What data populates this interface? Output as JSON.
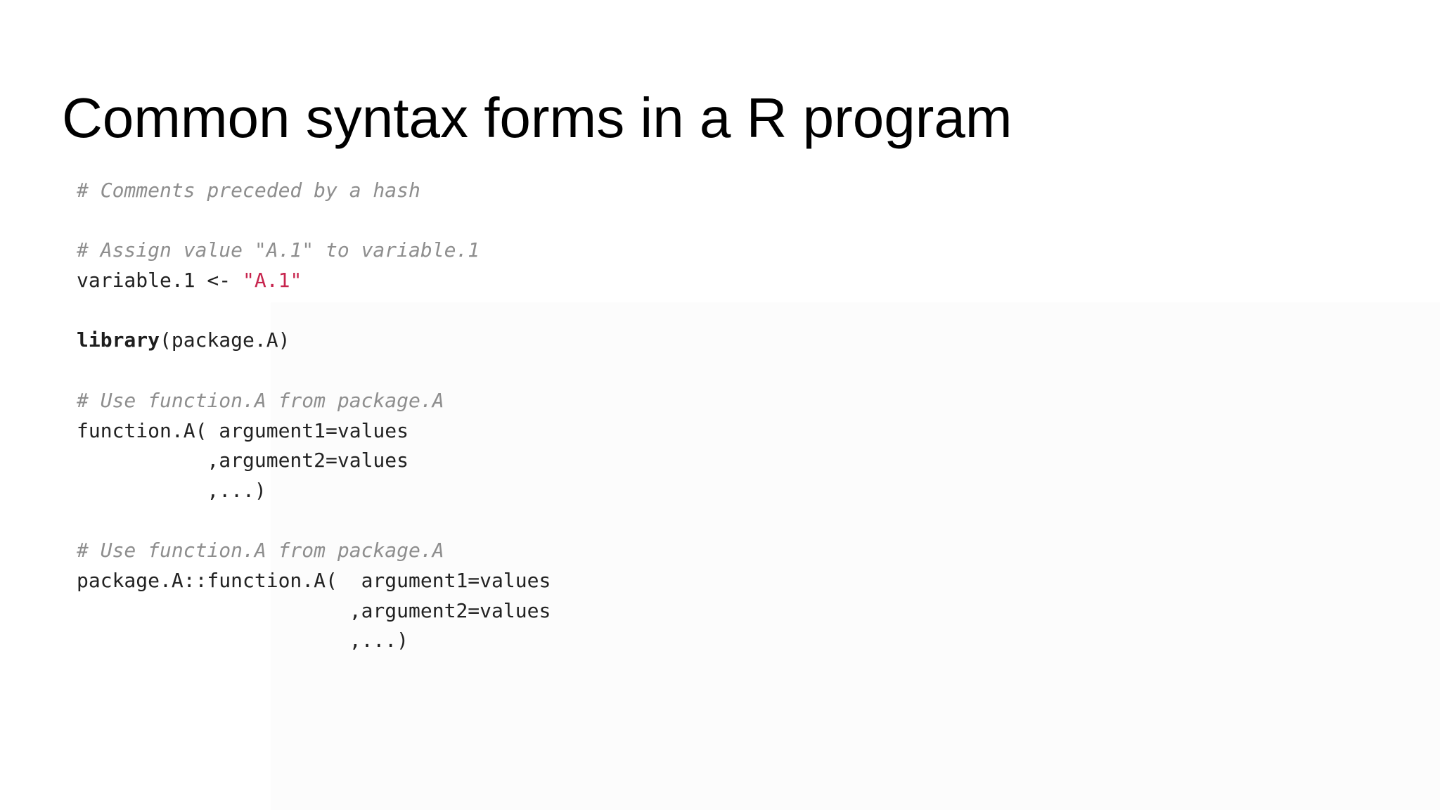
{
  "slide": {
    "title": "Common syntax forms in a R program"
  },
  "code": {
    "lines": [
      [
        {
          "type": "comment",
          "text": "# Comments preceded by a hash"
        }
      ],
      [],
      [
        {
          "type": "comment",
          "text": "# Assign value \"A.1\" to variable.1"
        }
      ],
      [
        {
          "type": "plain",
          "text": "variable.1 <- "
        },
        {
          "type": "string",
          "text": "\"A.1\""
        }
      ],
      [],
      [
        {
          "type": "keyword",
          "text": "library"
        },
        {
          "type": "plain",
          "text": "(package.A)"
        }
      ],
      [],
      [
        {
          "type": "comment",
          "text": "# Use function.A from package.A"
        }
      ],
      [
        {
          "type": "plain",
          "text": "function.A( argument1=values"
        }
      ],
      [
        {
          "type": "plain",
          "text": "           ,argument2=values"
        }
      ],
      [
        {
          "type": "plain",
          "text": "           ,...)"
        }
      ],
      [],
      [
        {
          "type": "comment",
          "text": "# Use function.A from package.A"
        }
      ],
      [
        {
          "type": "plain",
          "text": "package.A::function.A(  argument1=values"
        }
      ],
      [
        {
          "type": "plain",
          "text": "                       ,argument2=values"
        }
      ],
      [
        {
          "type": "plain",
          "text": "                       ,...)"
        }
      ]
    ]
  }
}
